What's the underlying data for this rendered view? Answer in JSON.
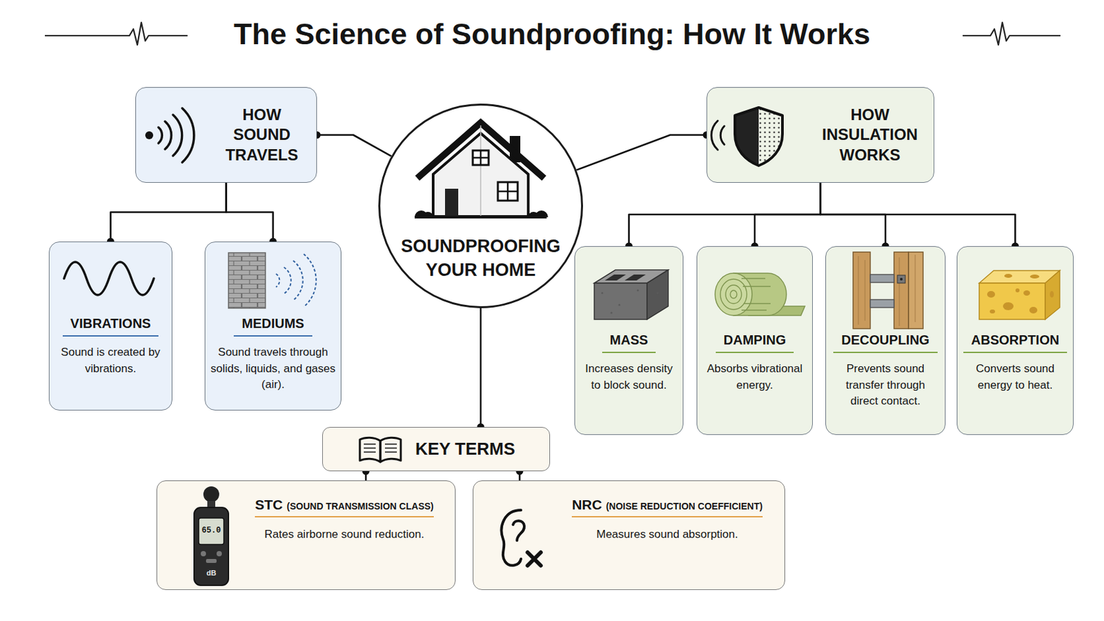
{
  "diagram": {
    "title": "The Science of Soundproofing: How It Works",
    "nodes": [
      {
        "text": [
          "HOW SOUND TRAVELS"
        ]
      },
      {
        "text": [
          "VIBRATIONS",
          "Sound is created by vibrations."
        ]
      },
      {
        "text": [
          "MEDIUMS",
          "Sound travels through solids, liquids, and gases (air)."
        ]
      },
      {
        "text": [
          "SOUNDPROOFING YOUR HOME"
        ]
      },
      {
        "text": [
          "HOW INSULATION WORKS"
        ]
      },
      {
        "text": [
          "MASS",
          "Increases density to block sound."
        ]
      },
      {
        "text": [
          "DAMPING",
          "Absorbs vibrational energy."
        ]
      },
      {
        "text": [
          "DECOUPLING",
          "Prevents sound transfer through direct contact."
        ]
      },
      {
        "text": [
          "ABSORPTION",
          "Converts sound energy to heat."
        ]
      },
      {
        "text": [
          "KEY TERMS"
        ]
      },
      {
        "text": [
          "STC",
          "(SOUND TRANSMISSION CLASS)",
          "Rates airborne sound reduction."
        ]
      },
      {
        "text": [
          "NRC",
          "(NOISE REDUCTION COEFFICIENT)",
          "Measures sound absorption."
        ]
      }
    ],
    "edges": [
      {
        "from": 0,
        "to": 1,
        "arrow": "none"
      },
      {
        "from": 0,
        "to": 2,
        "arrow": "none"
      },
      {
        "from": 3,
        "to": 0,
        "arrow": "none"
      },
      {
        "from": 3,
        "to": 4,
        "arrow": "none"
      },
      {
        "from": 4,
        "to": 5,
        "arrow": "none"
      },
      {
        "from": 4,
        "to": 6,
        "arrow": "none"
      },
      {
        "from": 4,
        "to": 7,
        "arrow": "none"
      },
      {
        "from": 4,
        "to": 8,
        "arrow": "none"
      },
      {
        "from": 3,
        "to": 9,
        "arrow": "none"
      },
      {
        "from": 9,
        "to": 10,
        "arrow": "none"
      },
      {
        "from": 9,
        "to": 11,
        "arrow": "none"
      }
    ],
    "labels": [
      "65.0",
      "dB"
    ]
  }
}
